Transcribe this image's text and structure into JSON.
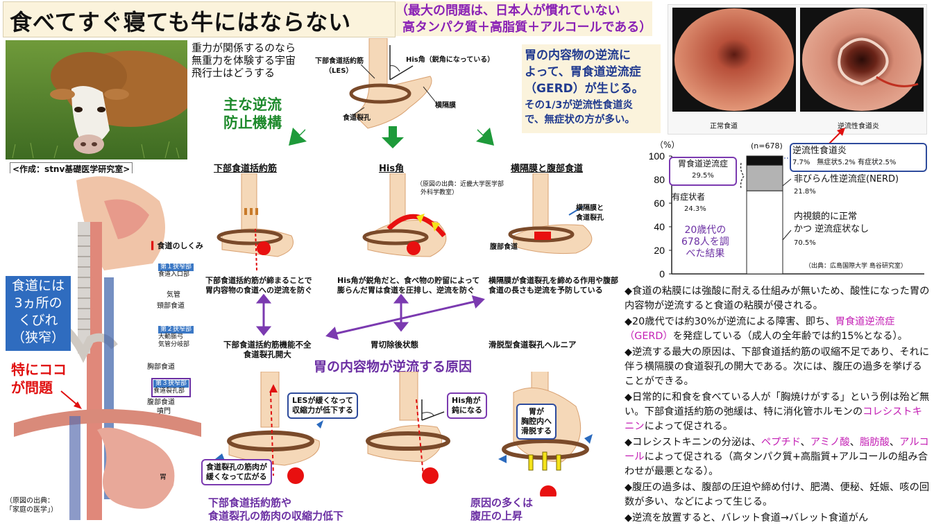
{
  "title": "食べてすぐ寝ても牛にはならない",
  "subtitle": [
    "（最大の問題は、日本人が慣れていない",
    "高タンパク質＋高脂質＋アルコールである）"
  ],
  "space_note": [
    "重力が関係するのなら",
    "無重力を体験する宇宙",
    "飛行士はどうする"
  ],
  "credit": "<作成：stnv基礎医学研究室>",
  "main_mechanism": [
    "主な逆流",
    "防止機構"
  ],
  "gerd_text": [
    "胃の内容物の逆流に",
    "よって、胃食道逆流症",
    "（GERD）が生じる。"
  ],
  "gerd_sub": [
    "その1/3が逆流性食道炎",
    "で、無症状の方が多い。"
  ],
  "top_diagram": {
    "les": "下部食道括約筋",
    "les2": "（LES）",
    "his": "His角（鋭角になっている）",
    "diaphragm": "横隔膜",
    "hiatus": "食道裂孔"
  },
  "panels": [
    {
      "title": "下部食道括約筋",
      "caption": [
        "下部食道括約筋が締まることで",
        "胃内容物の食道への逆流を防ぐ"
      ]
    },
    {
      "title": "His角",
      "caption": [
        "His角が鋭角だと、食べ物の貯留によって",
        "膨らんだ胃は食道を圧排し、逆流を防ぐ"
      ]
    },
    {
      "title": "横隔膜と腹部食道",
      "caption": [
        "横隔膜が食道裂孔を締める作用や腹部",
        "食道の長さも逆流を予防している"
      ]
    }
  ],
  "panel3_labels": {
    "a": "横隔膜と",
    "b": "食道裂孔",
    "c": "腹部食道"
  },
  "source_kinki": [
    "（原図の出典：近畿大学医学部",
    "外科学教室）"
  ],
  "lower_titles": [
    "下部食道括約筋機能不全",
    "食道裂孔開大",
    "胃切除後状態",
    "滑脱型食道裂孔ヘルニア"
  ],
  "cause_title": "胃の内容物が逆流する原因",
  "lower_labels": {
    "les_loose": [
      "LESが緩くなって",
      "収縮力が低下する"
    ],
    "hiatus_loose": [
      "食道裂孔の筋肉が",
      "緩くなって広がる"
    ],
    "his_blunt": [
      "His角が",
      "鈍になる"
    ],
    "stomach_slide": [
      "胃が",
      "胸腔内へ",
      "滑脱する"
    ]
  },
  "bottom_left": [
    "下部食道括約筋や",
    "食道裂孔の筋肉の収縮力低下"
  ],
  "bottom_right": [
    "原因の多くは",
    "腹圧の上昇"
  ],
  "anatomy": {
    "heading": "食道のしくみ",
    "c1": "第１狭窄部",
    "c1s": "食道入口部",
    "trachea": "気管",
    "neck": "頸部食道",
    "c2": "第２狭窄部",
    "c2s1": "大動脈弓",
    "c2s2": "気管分岐部",
    "thorax": "胸部食道",
    "c3": "第３狭窄部",
    "c3s": "食道裂孔部",
    "abd": "腹部食道",
    "cardia": "噴門",
    "stomach": "胃",
    "source": [
      "（原図の出典：",
      "「家庭の医学」）"
    ]
  },
  "constriction_box": [
    "食道には",
    "3ヵ所の",
    "くびれ",
    "（狭窄）"
  ],
  "problem": [
    "特にココ",
    "が問題"
  ],
  "photo_labels": [
    "正常食道",
    "逆流性食道炎"
  ],
  "bar_chart": {
    "ylabel": "（%）",
    "n": "(n=678)",
    "ticks": [
      "100",
      "80",
      "60",
      "40",
      "20",
      "0"
    ],
    "left_box": {
      "title": "胃食道逆流症",
      "value": "29.5%"
    },
    "symptomatic": {
      "title": "有症状者",
      "value": "24.3%"
    },
    "age_note": [
      "20歳代の",
      "678人を調",
      "べた結果"
    ],
    "re_box": {
      "title": "逆流性食道炎",
      "detail": "7.7%　無症状5.2% 有症状2.5%"
    },
    "nerd": {
      "title": "非びらん性逆流症(NERD)",
      "value": "21.8%"
    },
    "normal": {
      "title": [
        "内視鏡的に正常",
        "かつ 逆流症状なし"
      ],
      "value": "70.5%"
    },
    "source": "（出典：広島国際大学 島谷研究室）"
  },
  "chart_data": {
    "type": "bar",
    "title": "",
    "categories": [
      "n=678"
    ],
    "series": [
      {
        "name": "内視鏡的に正常かつ逆流症状なし",
        "values": [
          70.5
        ]
      },
      {
        "name": "非びらん性逆流症(NERD)",
        "values": [
          21.8
        ]
      },
      {
        "name": "逆流性食道炎",
        "values": [
          7.7
        ]
      }
    ],
    "xlabel": "",
    "ylabel": "（%）",
    "ylim": [
      0,
      100
    ],
    "stacked": true,
    "colors": [
      "#ffffff",
      "#b3b3b3",
      "#111111"
    ]
  },
  "bullets": [
    [
      {
        "t": "◆食道の粘膜には強酸に耐える仕組みが無いため、酸性になった胃の内容物が逆流すると食道の粘膜が侵される。"
      }
    ],
    [
      {
        "t": "◆20歳代では約30%が逆流による障害、即ち、"
      },
      {
        "t": "胃食道逆流症（GERD）",
        "c": "pink"
      },
      {
        "t": "を発症している（成人の全年齢では約15%となる）。"
      }
    ],
    [
      {
        "t": "◆逆流する最大の原因は、下部食道括約筋の収縮不足であり、それに伴う横隔膜の食道裂孔の開大である。次には、腹圧の過多を挙げることができる。"
      }
    ],
    [
      {
        "t": "◆日常的に和食を食べている人が「胸焼けがする」という例は殆ど無い。下部食道括約筋の弛緩は、特に消化管ホルモンの"
      },
      {
        "t": "コレシストキニン",
        "c": "pink"
      },
      {
        "t": "によって促される。"
      }
    ],
    [
      {
        "t": "◆コレシストキニンの分泌は、"
      },
      {
        "t": "ペプチド",
        "c": "pink"
      },
      {
        "t": "、"
      },
      {
        "t": "アミノ酸",
        "c": "pink"
      },
      {
        "t": "、"
      },
      {
        "t": "脂肪酸",
        "c": "pink"
      },
      {
        "t": "、"
      },
      {
        "t": "アルコール",
        "c": "pink"
      },
      {
        "t": "によって促される（高タンパク質+高脂質+アルコールの組み合わせが最悪となる）。"
      }
    ],
    [
      {
        "t": "◆腹圧の過多は、腹部の圧迫や締め付け、肥満、便秘、妊娠、咳の回数が多い、などによって生じる。"
      }
    ],
    [
      {
        "t": "◆逆流を放置すると、バレット食道→バレット食道がん"
      }
    ]
  ]
}
